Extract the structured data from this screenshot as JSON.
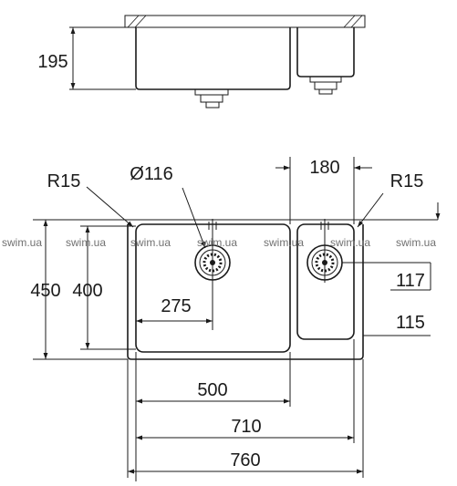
{
  "side_view": {
    "depth_label": "195"
  },
  "top_view": {
    "radius_left_label": "R15",
    "radius_right_label": "R15",
    "drain_diameter_label": "Ø116",
    "small_bowl_width_label": "180",
    "outer_depth_label": "450",
    "bowl_depth_label": "400",
    "drain_offset_label": "275",
    "small_drain_offset_label": "117",
    "small_bowl_depth_label": "115",
    "big_bowl_width_label": "500",
    "inner_width_label": "710",
    "outer_width_label": "760"
  },
  "watermarks": [
    "swim.ua",
    "swim.ua",
    "swim.ua",
    "swim.ua",
    "swim.ua",
    "swim.ua",
    "swim.ua"
  ],
  "colors": {
    "line": "#1a1a1a",
    "watermark": "#707070",
    "background": "#ffffff"
  }
}
